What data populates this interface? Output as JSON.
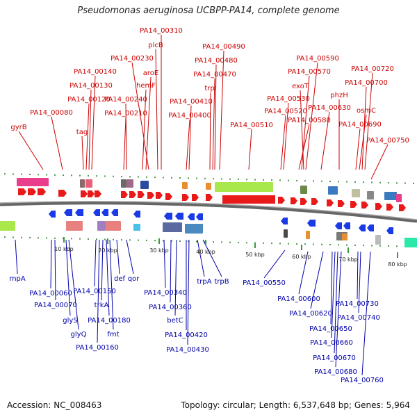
{
  "title": "Pseudomonas aeruginosa UCBPP-PA14, complete genome",
  "footer": {
    "accession": "Accession: NC_008463",
    "topology": "Topology: circular; Length: 6,537,648 bp; Genes: 5,964"
  },
  "scale": [
    "10 kbp",
    "20 kbp",
    "30 kbp",
    "40 kbp",
    "50 kbp",
    "60 kbp",
    "70 kbp",
    "80 kbp"
  ],
  "top_labels": [
    "gyrB",
    "PA14_00080",
    "tag",
    "PA14_00120",
    "PA14_00130",
    "PA14_00140",
    "PA14_00210",
    "PA14_00240",
    "hemF",
    "aroE",
    "PA14_00230",
    "plcB",
    "PA14_00310",
    "PA14_00400",
    "PA14_00410",
    "trpI",
    "PA14_00470",
    "PA14_00480",
    "PA14_00490",
    "PA14_00510",
    "PA14_00520",
    "PA14_00530",
    "PA14_00580",
    "PA14_00570",
    "exoT",
    "PA14_00590",
    "PA14_00630",
    "phzH",
    "PA14_00690",
    "osmC",
    "PA14_00700",
    "PA14_00720",
    "PA14_00750"
  ],
  "bottom_labels": [
    "rnpA",
    "PA14_00060",
    "PA14_00070",
    "glyS",
    "glyQ",
    "PA14_00150",
    "PA14_00160",
    "trkA",
    "PA14_00180",
    "fmt",
    "def",
    "qor",
    "PA14_00340",
    "PA14_00360",
    "betC",
    "PA14_00420",
    "PA14_00430",
    "trpA",
    "trpB",
    "PA14_00550",
    "PA14_00600",
    "PA14_00620",
    "PA14_00650",
    "PA14_00660",
    "PA14_00670",
    "PA14_00680",
    "PA14_00760",
    "PA14_00730",
    "PA14_00740"
  ]
}
